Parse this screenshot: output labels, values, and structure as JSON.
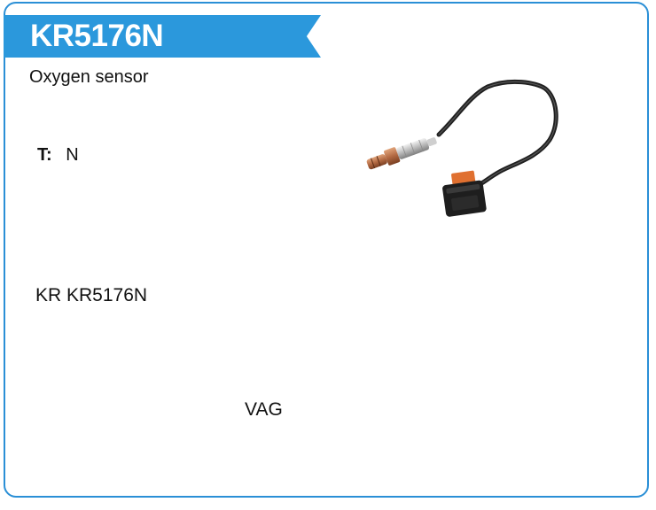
{
  "header": {
    "part_number": "KR5176N"
  },
  "product": {
    "description": "Oxygen sensor",
    "type_label": "T:",
    "type_value": "N",
    "reference": "KR KR5176N",
    "make": "VAG",
    "image_icon": "oxygen-sensor-product-photo"
  },
  "colors": {
    "accent": "#2b98dc",
    "border": "#2a8fd6",
    "connector_orange": "#e07030",
    "connector_body": "#1e1e1e"
  }
}
